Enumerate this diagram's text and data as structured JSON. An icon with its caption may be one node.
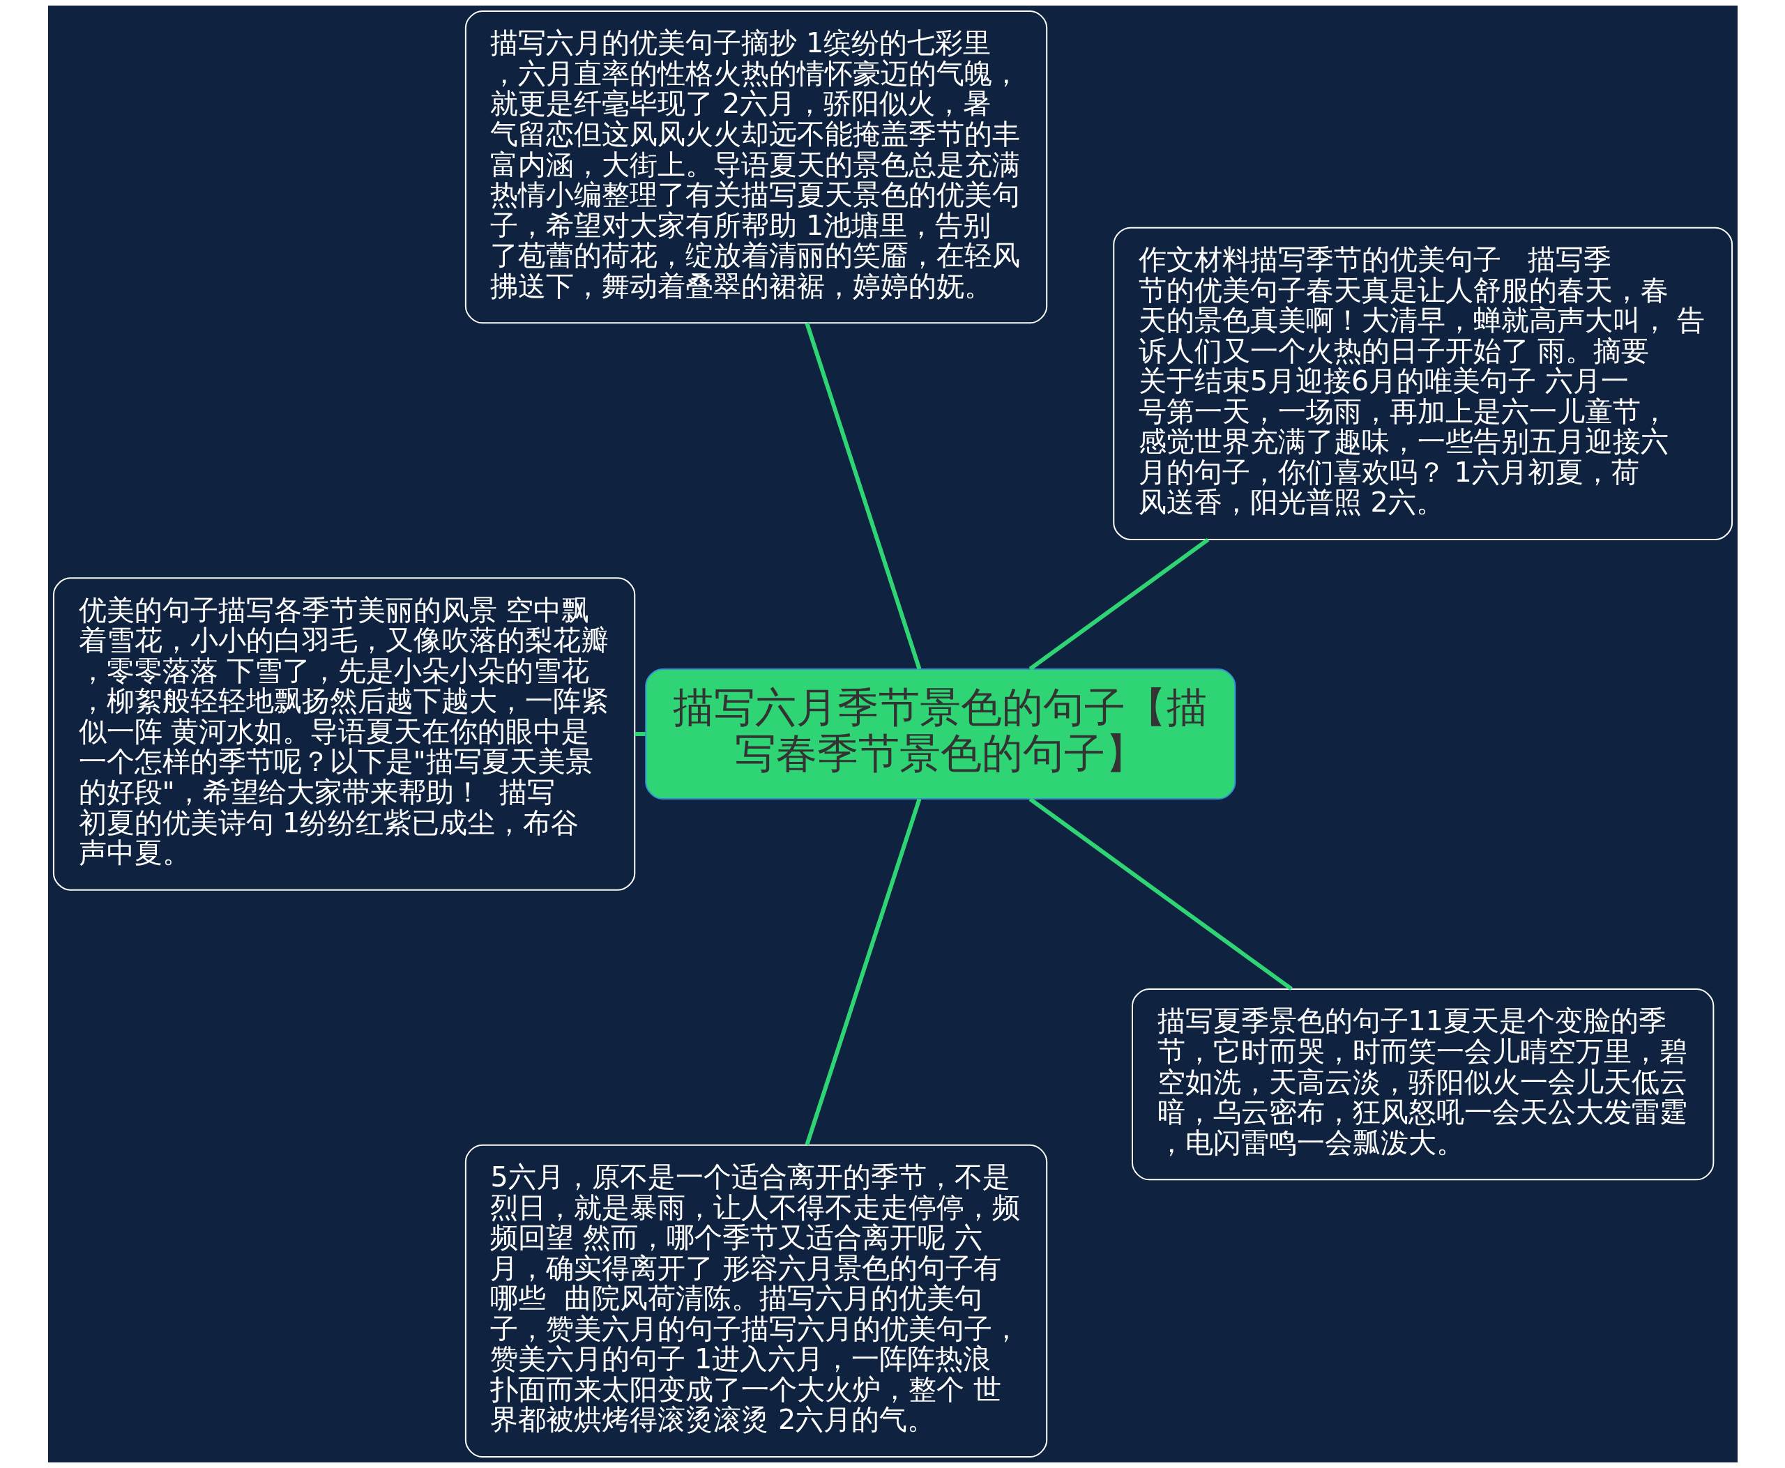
{
  "diagram": {
    "nodes": [
      {
        "text": [
          "描写六月季节景色的句子【描写春季节景色的句子】"
        ]
      },
      {
        "text": [
          "作文材料描写季节的优美句子   描写季节的优美句子春天真是让人舒服的春天，春天的景色真美啊！大清早，蝉就高声大叫， 告诉人们又一个火热的日子开始了 雨。摘要关于结束5月迎接6月的唯美句子 六月一号第一天，一场雨，再加上是六一儿童节，感觉世界充满了趣味，一些告别五月迎接六月的句子，你们喜欢吗？ 1六月初夏，荷风送香，阳光普照 2六。"
        ]
      },
      {
        "text": [
          "描写六月的优美句子摘抄 1缤纷的七彩里，六月直率的性格火热的情怀豪迈的气魄，就更是纤毫毕现了 2六月，骄阳似火，暑气留恋但这风风火火却远不能掩盖季节的丰富内涵，大街上。导语夏天的景色总是充满热情小编整理了有关描写夏天景色的优美句子，希望对大家有所帮助 1池塘里，告别了苞蕾的荷花，绽放着清丽的笑靥，在轻风拂送下，舞动着叠翠的裙裾，婷婷的妩。"
        ]
      },
      {
        "text": [
          "优美的句子描写各季节美丽的风景 空中飘着雪花，小小的白羽毛，又像吹落的梨花瓣，零零落落 下雪了，先是小朵小朵的雪花，柳絮般轻轻地飘扬然后越下越大，一阵紧似一阵 黄河水如。导语夏天在你的眼中是一个怎样的季节呢？以下是\"描写夏天美景的好段\"，希望给大家带来帮助！  描写初夏的优美诗句 1纷纷红紫已成尘，布谷声中夏。"
        ]
      },
      {
        "text": [
          "5六月，原不是一个适合离开的季节，不是烈日，就是暴雨，让人不得不走走停停，频频回望 然而，哪个季节又适合离开呢 六月，确实得离开了 形容六月景色的句子有哪些  曲院风荷清陈。描写六月的优美句子，赞美六月的句子描写六月的优美句子，赞美六月的句子 1进入六月，一阵阵热浪扑面而来太阳变成了一个大火炉，整个 世界都被烘烤得滚烫滚烫 2六月的气。"
        ]
      },
      {
        "text": [
          "描写夏季景色的句子11夏天是个变脸的季节，它时而哭，时而笑一会儿晴空万里，碧空如洗，天高云淡，骄阳似火一会儿天低云暗，乌云密布，狂风怒吼一会天公大发雷霆，电闪雷鸣一会瓢泼大。"
        ]
      }
    ],
    "edges": [
      {
        "from": 0,
        "to": 1,
        "arrow": "none"
      },
      {
        "from": 0,
        "to": 2,
        "arrow": "none"
      },
      {
        "from": 0,
        "to": 3,
        "arrow": "none"
      },
      {
        "from": 0,
        "to": 4,
        "arrow": "none"
      },
      {
        "from": 0,
        "to": 5,
        "arrow": "none"
      }
    ]
  }
}
